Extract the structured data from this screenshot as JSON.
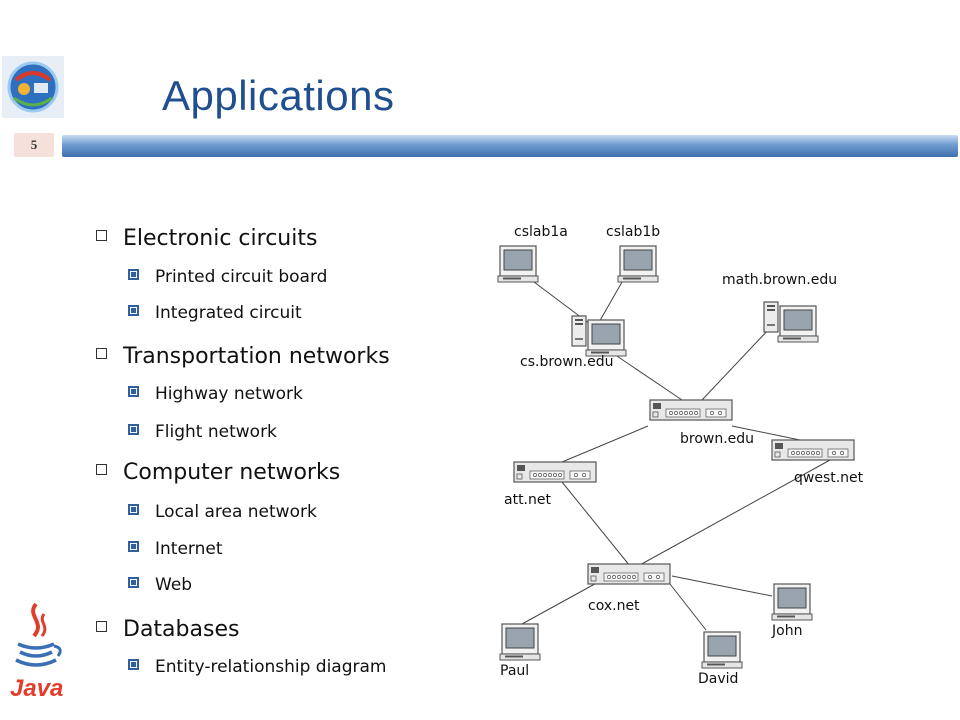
{
  "slide": {
    "title": "Applications",
    "number": "5"
  },
  "bullets": [
    {
      "text": "Electronic circuits",
      "children": [
        "Printed circuit board",
        "Integrated circuit"
      ]
    },
    {
      "text": "Transportation networks",
      "children": [
        "Highway network",
        "Flight network"
      ]
    },
    {
      "text": "Computer networks",
      "children": [
        "Local area network",
        "Internet",
        "Web"
      ]
    },
    {
      "text": "Databases",
      "children": [
        "Entity-relationship diagram"
      ]
    }
  ],
  "network": {
    "labels": {
      "cslab1a": "cslab1a",
      "cslab1b": "cslab1b",
      "math": "math.brown.edu",
      "cs": "cs.brown.edu",
      "brown": "brown.edu",
      "qwest": "qwest.net",
      "att": "att.net",
      "cox": "cox.net",
      "john": "John",
      "paul": "Paul",
      "david": "David"
    }
  },
  "logos": {
    "java_text": "Java"
  },
  "colors": {
    "title": "#1f4f8f",
    "bar": "#4a7bbd",
    "bullet_accent": "#2f5f9f"
  }
}
